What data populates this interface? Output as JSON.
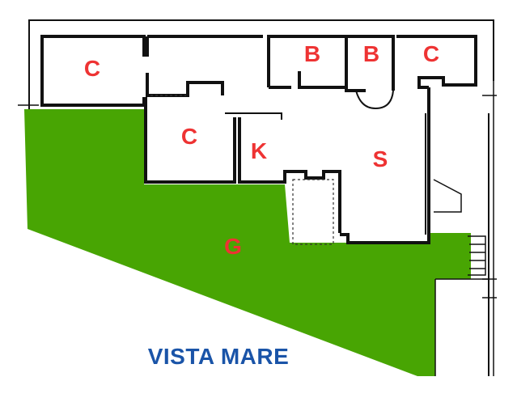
{
  "colors": {
    "garden": "#48a503",
    "label": "#ee3333",
    "caption": "#1a54a8",
    "wall": "#111111"
  },
  "rooms": {
    "c1": "C",
    "b1": "B",
    "b2": "B",
    "c2": "C",
    "c3": "C",
    "k": "K",
    "s": "S",
    "g": "G"
  },
  "caption": "VISTA MARE"
}
